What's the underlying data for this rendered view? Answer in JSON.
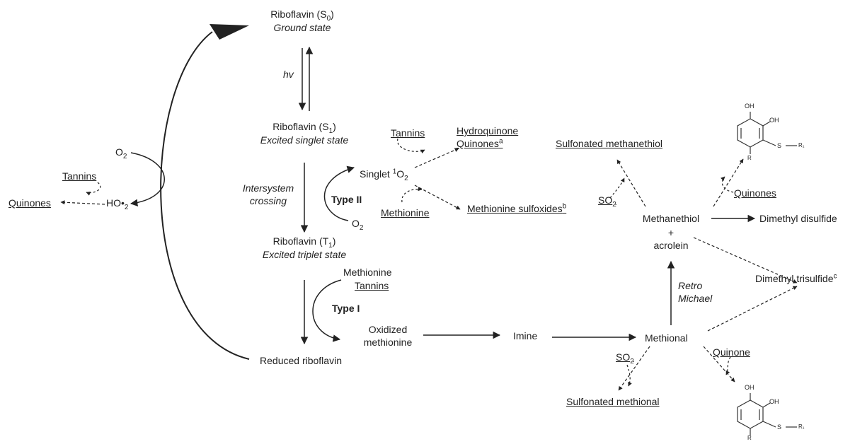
{
  "nodes": {
    "s0_title": "Riboflavin (S",
    "s0_sub": "0",
    "s0_close": ")",
    "s0_state": "Ground state",
    "hv": "hv",
    "s1_title": "Riboflavin (S",
    "s1_sub": "1",
    "s1_close": ")",
    "s1_state": "Excited singlet state",
    "isc_line1": "Intersystem",
    "isc_line2": "crossing",
    "t1_title": "Riboflavin (T",
    "t1_sub": "1",
    "t1_close": ")",
    "t1_state": "Excited triplet state",
    "reduced": "Reduced riboflavin",
    "o2_left": "O",
    "o2_sub": "2",
    "tannins_left": "Tannins",
    "quinones_left": "Quinones",
    "ho2": "HO•",
    "ho2_sub": "2",
    "singlet_prefix": "Singlet ",
    "singlet_sup": "1",
    "singlet_o": "O",
    "singlet_sub": "2",
    "type2": "Type II",
    "o2_mid": "O",
    "o2_mid_sub": "2",
    "tannins_mid": "Tannins",
    "methionine_mid": "Methionine",
    "hydroquinone": "Hydroquinone",
    "quinones_a": "Quinones",
    "sup_a": "a",
    "methionine_sulfoxides": "Methionine sulfoxides",
    "sup_b": "b",
    "methionine_t1": "Methionine",
    "tannins_t1": "Tannins",
    "type1": "Type I",
    "oxidized_line1": "Oxidized",
    "oxidized_line2": "methionine",
    "imine": "Imine",
    "methional": "Methional",
    "retro_line1": "Retro",
    "retro_line2": "Michael",
    "so2_low": "SO",
    "so2_low_sub": "2",
    "sulfonated_methional": "Sulfonated methional",
    "quinone_low": "Quinone",
    "sulfonated_methanethiol": "Sulfonated methanethiol",
    "so2_up": "SO",
    "so2_up_sub": "2",
    "methanethiol": "Methanethiol",
    "plus": "+",
    "acrolein": "acrolein",
    "quinones_right": "Quinones",
    "dimethyl_disulfide": "Dimethyl disulfide",
    "dimethyl_trisulfide": "Dimethyl trisulfide",
    "sup_c": "c",
    "struct_oh1": "OH",
    "struct_oh2": "OH",
    "struct_s": "S",
    "struct_r": "R",
    "struct_r1": "R₁"
  }
}
